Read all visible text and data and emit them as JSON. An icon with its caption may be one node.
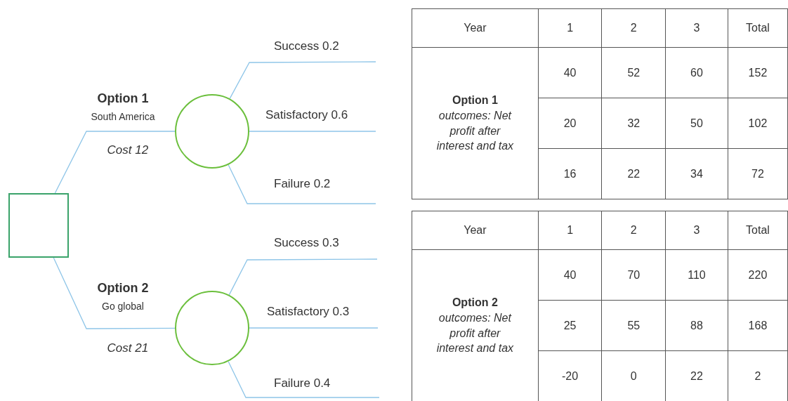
{
  "diagram": {
    "nodes": [
      {
        "text": [],
        "shape": "box"
      },
      {
        "text": [],
        "shape": "circle"
      },
      {
        "text": [],
        "shape": "circle"
      }
    ],
    "edges": [
      {
        "from": 0,
        "to": 1,
        "arrow": "none"
      },
      {
        "from": 0,
        "to": 2,
        "arrow": "none"
      },
      {
        "from": 1,
        "to": null,
        "arrow": "none",
        "label": "Success 0.2"
      },
      {
        "from": 1,
        "to": null,
        "arrow": "none",
        "label": "Satisfactory 0.6"
      },
      {
        "from": 1,
        "to": null,
        "arrow": "none",
        "label": "Failure 0.2"
      },
      {
        "from": 2,
        "to": null,
        "arrow": "none",
        "label": "Success 0.3"
      },
      {
        "from": 2,
        "to": null,
        "arrow": "none",
        "label": "Satisfactory 0.3"
      },
      {
        "from": 2,
        "to": null,
        "arrow": "none",
        "label": "Failure 0.4"
      }
    ],
    "labels": [
      "Option 1",
      "South America",
      "Cost 12",
      "Option 2",
      "Go global",
      "Cost 21",
      "Year",
      "1",
      "2",
      "3",
      "Total",
      "**Option 1** *outcomes: Net profit after interest and tax*",
      "40",
      "52",
      "60",
      "152",
      "20",
      "32",
      "50",
      "102",
      "16",
      "22",
      "34",
      "72",
      "Year",
      "1",
      "2",
      "3",
      "Total",
      "**Option 2** *outcomes: Net profit after interest and tax*",
      "40",
      "70",
      "110",
      "220",
      "25",
      "55",
      "88",
      "168",
      "-20",
      "0",
      "22",
      "2"
    ]
  }
}
